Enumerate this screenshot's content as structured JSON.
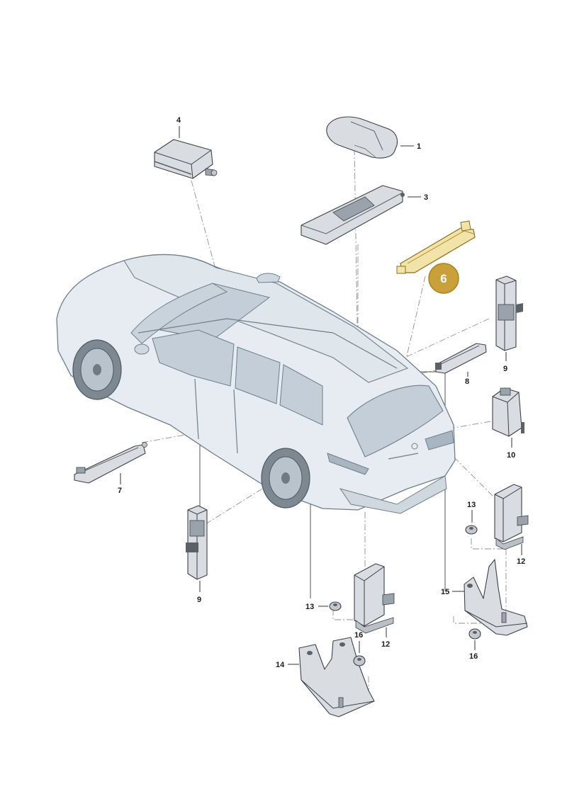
{
  "colors": {
    "highlight_fill": "#c9a03a",
    "highlight_part": "#f2e3a8",
    "car_body": "#e6ecf1",
    "car_glass": "#c3ced8",
    "part_fill": "#d9dde1",
    "part_dark": "#5a6168"
  },
  "highlight": {
    "number": "6"
  },
  "callouts": {
    "c1": "1",
    "c3": "3",
    "c4": "4",
    "c7": "7",
    "c8": "8",
    "c9a": "9",
    "c9b": "9",
    "c10": "10",
    "c12a": "12",
    "c12b": "12",
    "c13a": "13",
    "c13b": "13",
    "c14": "14",
    "c15": "15",
    "c16a": "16",
    "c16b": "16"
  }
}
